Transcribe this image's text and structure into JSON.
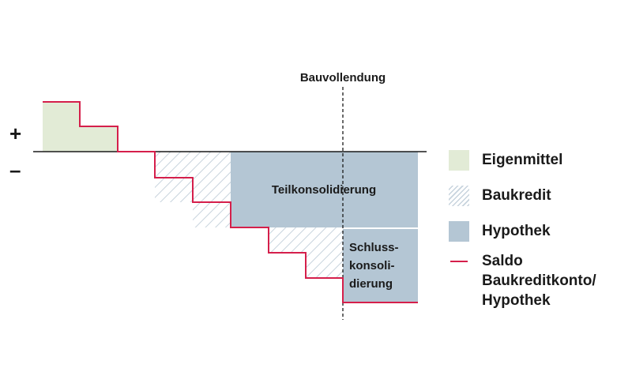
{
  "signs": {
    "plus": "+",
    "minus": "–"
  },
  "marker": {
    "label": "Bauvollendung"
  },
  "areas": {
    "teil": "Teilkonsolidierung",
    "schluss": [
      "Schluss-",
      "konsoli-",
      "dierung"
    ]
  },
  "legend": {
    "eigenmittel": "Eigenmittel",
    "baukredit": "Baukredit",
    "hypothek": "Hypothek",
    "saldo": [
      "Saldo",
      "Baukreditkonto/",
      "Hypothek"
    ]
  },
  "colors": {
    "eigenmittel": "#e2ebd6",
    "hypothek": "#b4c6d4",
    "hatch": "#c7d3dd",
    "saldo_line": "#d51f4b",
    "axis": "#1a1a1a"
  }
}
